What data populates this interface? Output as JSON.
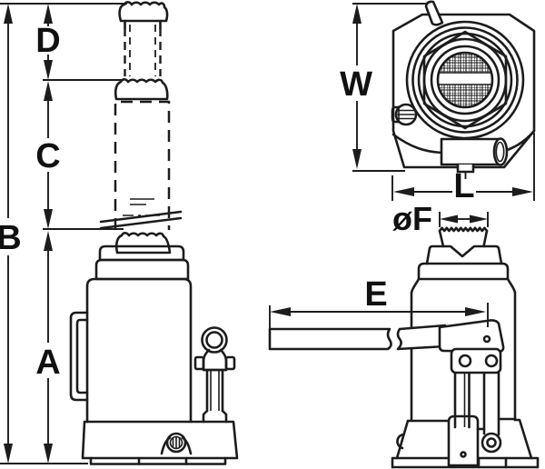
{
  "diagram": {
    "type": "technical-drawing",
    "subject": "hydraulic-bottle-jack",
    "background_color": "#ffffff",
    "line_color": "#1c1c1c",
    "views": [
      {
        "id": "side-view-extended",
        "dims": [
          "B",
          "D",
          "C",
          "A"
        ]
      },
      {
        "id": "top-view",
        "dims": [
          "W",
          "L"
        ]
      },
      {
        "id": "side-view-with-handle",
        "dims": [
          "øF",
          "E"
        ]
      }
    ]
  }
}
